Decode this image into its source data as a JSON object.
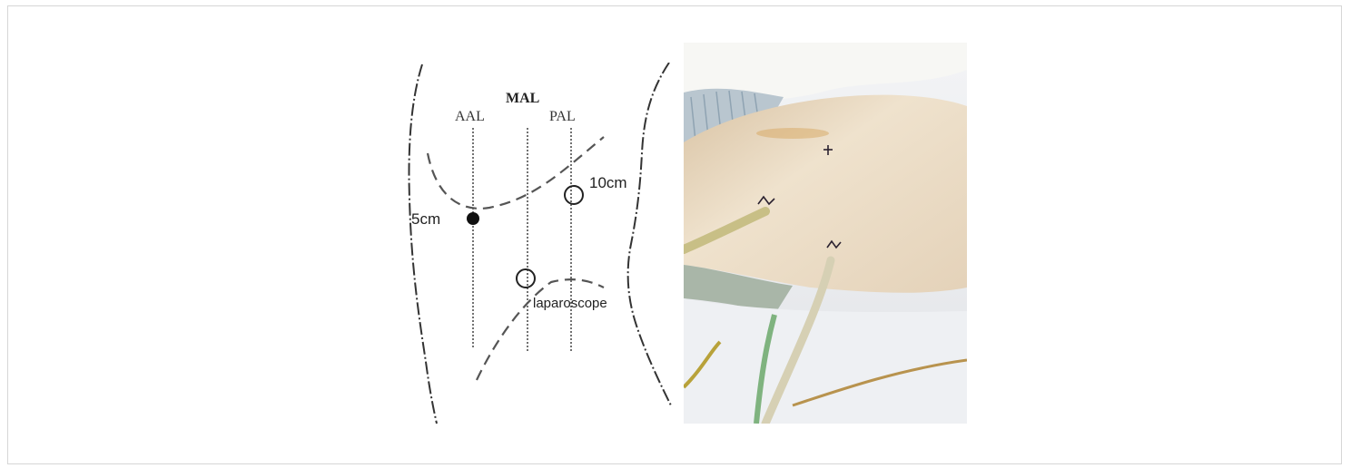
{
  "diagram": {
    "labels": {
      "mal": "MAL",
      "aal": "AAL",
      "pal": "PAL",
      "port_5cm": "5cm",
      "port_10cm": "10cm",
      "laparoscope": "laparoscope"
    }
  },
  "colors": {
    "line": "#333333",
    "skin": "#e9d9c2",
    "tube": "#d8cf9a",
    "bedding": "#eef0f3"
  }
}
